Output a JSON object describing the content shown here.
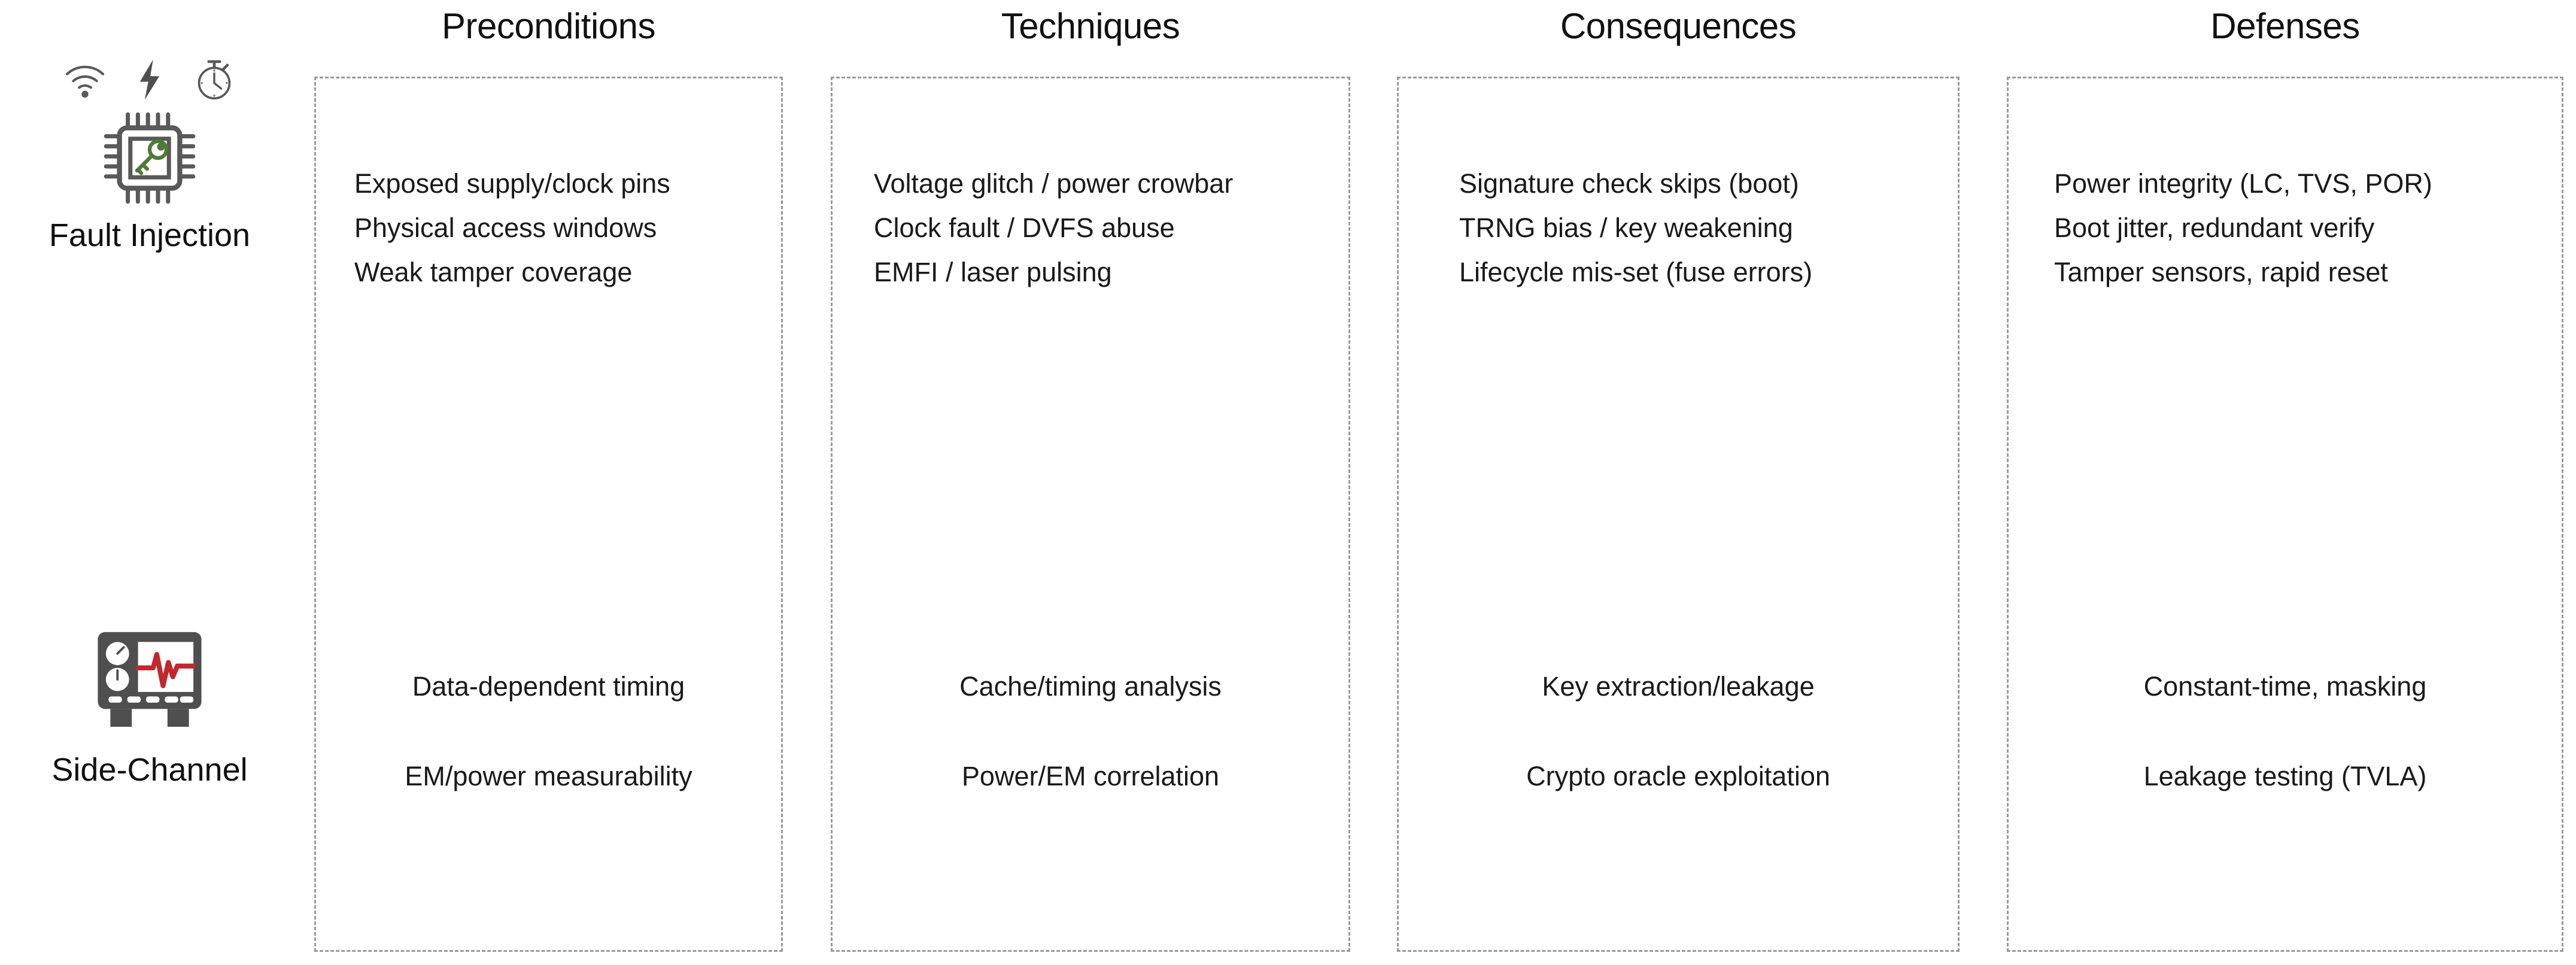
{
  "columns": [
    {
      "header": "Preconditions"
    },
    {
      "header": "Techniques"
    },
    {
      "header": "Consequences"
    },
    {
      "header": "Defenses"
    }
  ],
  "rows": [
    {
      "label": "Fault Injection",
      "icons": [
        "wifi-signal-icon",
        "lightning-bolt-icon",
        "stopwatch-icon",
        "microchip-key-icon"
      ],
      "cells": {
        "preconditions": [
          "Exposed supply/clock pins",
          "Physical access windows",
          "Weak tamper coverage"
        ],
        "techniques": [
          "Voltage glitch / power crowbar",
          "Clock fault / DVFS abuse",
          "EMFI / laser pulsing"
        ],
        "consequences": [
          "Signature check skips (boot)",
          "TRNG bias / key weakening",
          "Lifecycle mis-set (fuse errors)"
        ],
        "defenses": [
          "Power integrity (LC, TVS, POR)",
          "Boot jitter, redundant verify",
          "Tamper sensors, rapid reset"
        ]
      }
    },
    {
      "label": "Side-Channel",
      "icons": [
        "oscilloscope-icon"
      ],
      "cells": {
        "preconditions": [
          "Data-dependent timing",
          "EM/power measurability"
        ],
        "techniques": [
          "Cache/timing analysis",
          "Power/EM correlation"
        ],
        "consequences": [
          "Key extraction/leakage",
          "Crypto oracle exploitation"
        ],
        "defenses": [
          "Constant-time, masking",
          "Leakage testing (TVLA)"
        ]
      }
    }
  ],
  "colors": {
    "text": "#111111",
    "box_border": "#9a9a9a",
    "icon_gray": "#595959",
    "icon_key_green": "#4f7a33",
    "icon_trace_red": "#c1272d",
    "background": "#ffffff"
  }
}
